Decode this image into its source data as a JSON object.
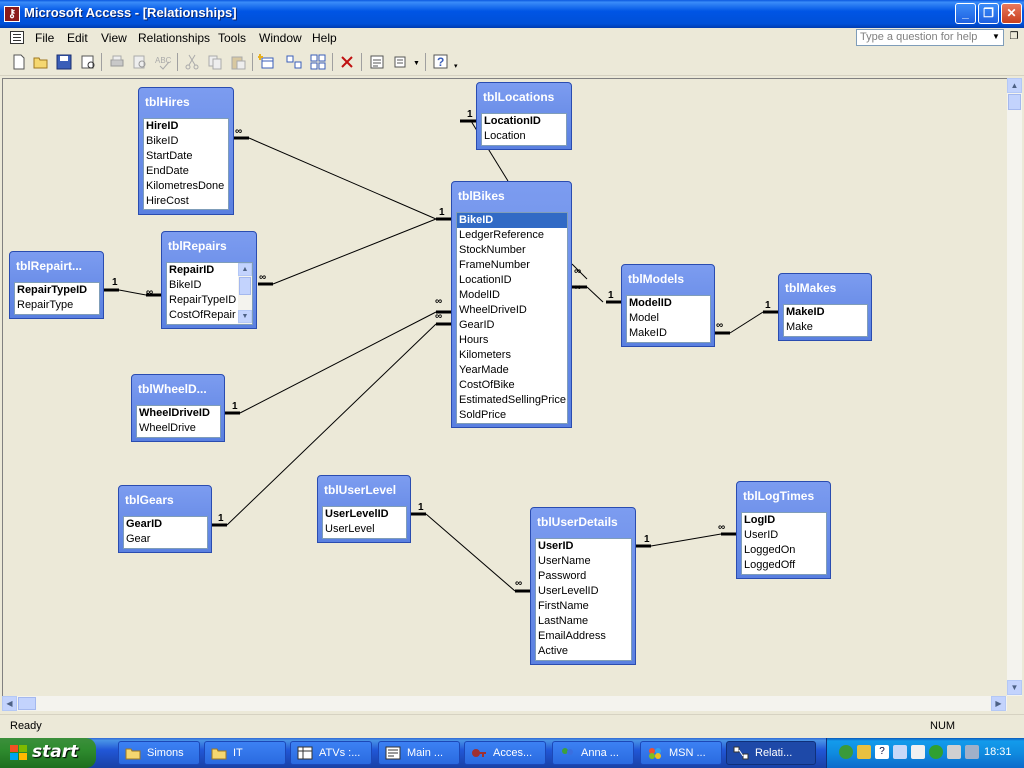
{
  "window": {
    "title": "Microsoft Access - [Relationships]",
    "app_icon": "access-key-icon"
  },
  "menu": {
    "items": [
      "File",
      "Edit",
      "View",
      "Relationships",
      "Tools",
      "Window",
      "Help"
    ],
    "help_placeholder": "Type a question for help"
  },
  "tables": {
    "hires": {
      "name": "tblHires",
      "fields": [
        "HireID",
        "BikeID",
        "StartDate",
        "EndDate",
        "KilometresDone",
        "HireCost"
      ]
    },
    "locations": {
      "name": "tblLocations",
      "fields": [
        "LocationID",
        "Location"
      ]
    },
    "bikes": {
      "name": "tblBikes",
      "fields": [
        "BikeID",
        "LedgerReference",
        "StockNumber",
        "FrameNumber",
        "LocationID",
        "ModelID",
        "WheelDriveID",
        "GearID",
        "Hours",
        "Kilometers",
        "YearMade",
        "CostOfBike",
        "EstimatedSellingPrice",
        "SoldPrice"
      ]
    },
    "repairtypes": {
      "name": "tblRepairt...",
      "fields": [
        "RepairTypeID",
        "RepairType"
      ]
    },
    "repairs": {
      "name": "tblRepairs",
      "fields": [
        "RepairID",
        "BikeID",
        "RepairTypeID",
        "CostOfRepair"
      ]
    },
    "models": {
      "name": "tblModels",
      "fields": [
        "ModelID",
        "Model",
        "MakeID"
      ]
    },
    "makes": {
      "name": "tblMakes",
      "fields": [
        "MakeID",
        "Make"
      ]
    },
    "wheeldrive": {
      "name": "tblWheelD...",
      "fields": [
        "WheelDriveID",
        "WheelDrive"
      ]
    },
    "gears": {
      "name": "tblGears",
      "fields": [
        "GearID",
        "Gear"
      ]
    },
    "userlevel": {
      "name": "tblUserLevel",
      "fields": [
        "UserLevelID",
        "UserLevel"
      ]
    },
    "userdetails": {
      "name": "tblUserDetails",
      "fields": [
        "UserID",
        "UserName",
        "Password",
        "UserLevelID",
        "FirstName",
        "LastName",
        "EmailAddress",
        "Active"
      ]
    },
    "logtimes": {
      "name": "tblLogTimes",
      "fields": [
        "LogID",
        "UserID",
        "LoggedOn",
        "LoggedOff"
      ]
    }
  },
  "cardinality": {
    "one": "1",
    "many": "∞"
  },
  "status": {
    "text": "Ready",
    "num": "NUM"
  },
  "taskbar": {
    "start": "start",
    "tasks": [
      "Simons",
      "IT",
      "ATVs :...",
      "Main ...",
      "Acces...",
      "Anna ...",
      "MSN ...",
      "Relati..."
    ],
    "clock": "18:31"
  }
}
